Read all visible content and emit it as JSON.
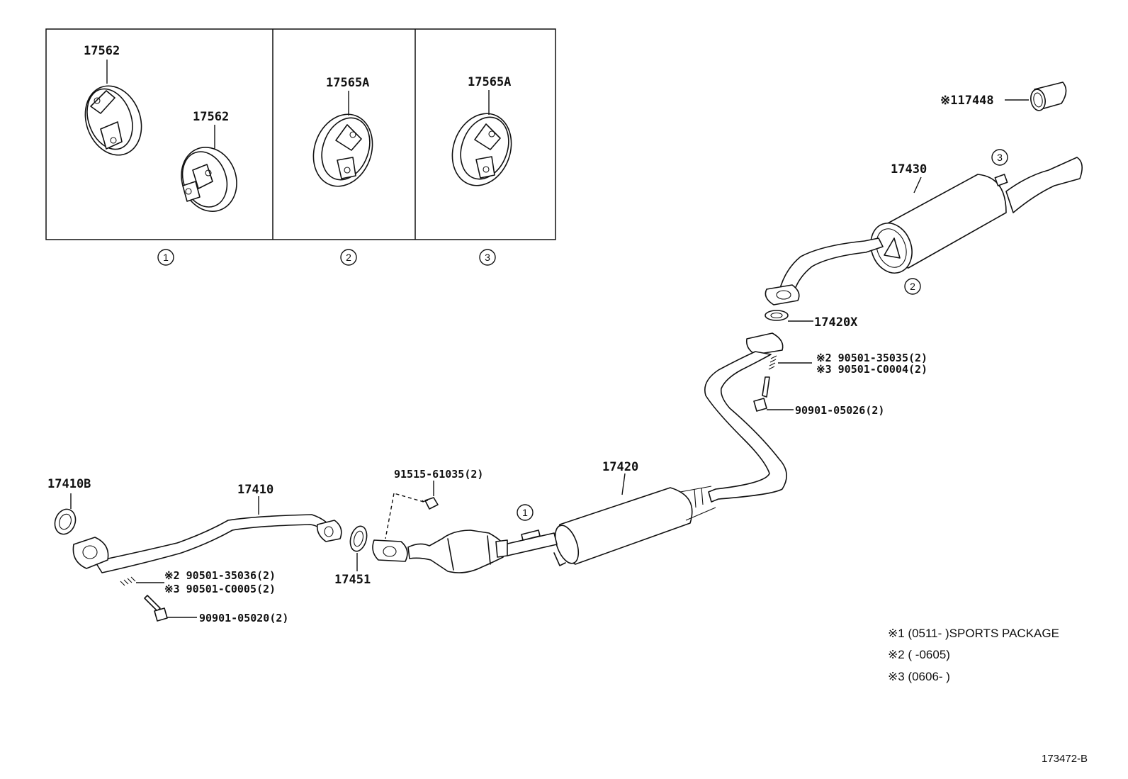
{
  "labels": {
    "p17562_a": "17562",
    "p17562_b": "17562",
    "p17565a_a": "17565A",
    "p17565a_b": "17565A",
    "p17448": "※117448",
    "p17430": "17430",
    "p17420x": "17420X",
    "bolt_note_upper_2": "※2 90501-35035(2)",
    "bolt_note_upper_3": "※3 90501-C0004(2)",
    "bolt_upper": "90901-05026(2)",
    "p17420": "17420",
    "nut_9151": "91515-61035(2)",
    "p17410b": "17410B",
    "p17410": "17410",
    "p17451": "17451",
    "bolt_note_lower_2": "※2 90501-35036(2)",
    "bolt_note_lower_3": "※3 90501-C0005(2)",
    "bolt_lower": "90901-05020(2)"
  },
  "circled_refs": {
    "box1": "1",
    "box2": "2",
    "box3": "3",
    "muffler_hanger_3": "3",
    "muffler_hanger_2": "2",
    "pipe_hanger_1": "1"
  },
  "notes": {
    "n1": "※1 (0511-    )SPORTS PACKAGE",
    "n2": "※2 (     -0605)",
    "n3": "※3 (0606-     )"
  },
  "figure_id": "173472-B"
}
